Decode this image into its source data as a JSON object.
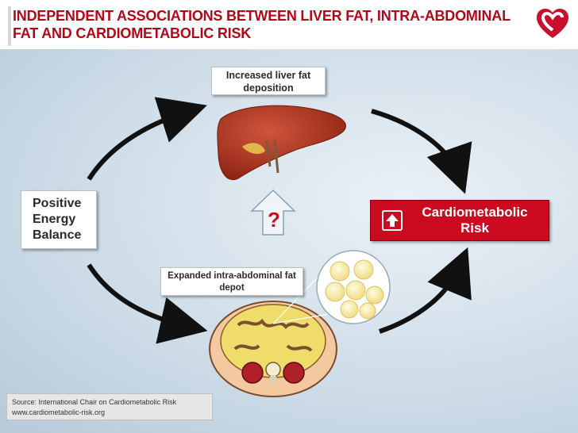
{
  "header": {
    "title": "INDEPENDENT ASSOCIATIONS BETWEEN LIVER FAT, INTRA-ABDOMINAL FAT AND CARDIOMETABOLIC RISK"
  },
  "nodes": {
    "liver_label": "Increased liver fat deposition",
    "fat_label": "Expanded intra-abdominal fat depot",
    "energy_label": "Positive Energy Balance",
    "risk_label": "Cardiometabolic Risk",
    "question_mark": "?"
  },
  "source": {
    "line1": "Source: International Chair on Cardiometabolic Risk",
    "line2": "www.cardiometabolic-risk.org"
  },
  "colors": {
    "title_red": "#b00818",
    "risk_red": "#cc0a1f",
    "liver_brown": "#a3321f",
    "arrow_black": "#111111"
  },
  "icons": {
    "logo": "heart-logo-icon",
    "risk": "up-arrow-icon"
  }
}
